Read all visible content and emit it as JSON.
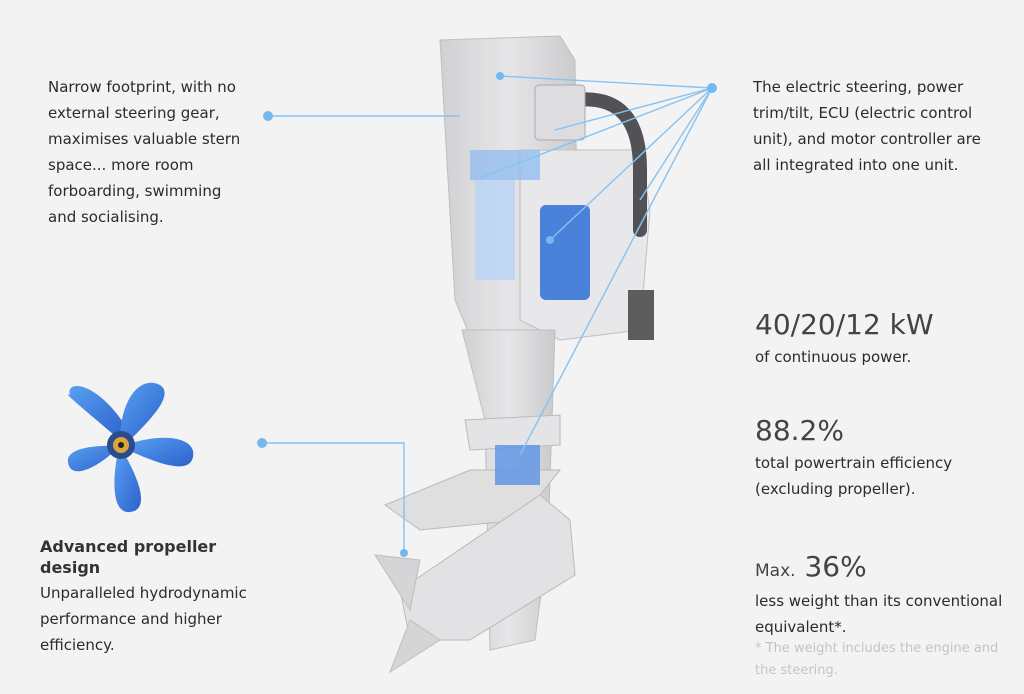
{
  "features": {
    "footprint_text": "Narrow footprint, with no external steering gear, maximises valuable stern space... more room forboarding, swimming and socialising.",
    "integration_text": "The electric steering, power trim/tilt, ECU (electric control unit), and motor controller are all integrated into one unit.",
    "propeller_heading": "Advanced propeller design",
    "propeller_body": "Unparalleled hydrodynamic performance and higher efficiency."
  },
  "stats": {
    "power_value": "40/20/12 kW",
    "power_desc": "of continuous power.",
    "efficiency_value": "88.2%",
    "efficiency_desc": "total powertrain efficiency (excluding propeller).",
    "weight_prefix": "Max.",
    "weight_value": "36%",
    "weight_desc": "less weight than its conventional equivalent*.",
    "footnote": "* The weight includes the engine and the steering."
  },
  "colors": {
    "accent": "#74b8f0",
    "propeller": "#3b7fe0",
    "outboard_body": "#d9d9db",
    "internal_blue": "#2f6fd8"
  },
  "icons": {
    "callout_dot": "circle",
    "propeller_image": "blue-propeller",
    "outboard_image": "electric-outboard-motor"
  }
}
